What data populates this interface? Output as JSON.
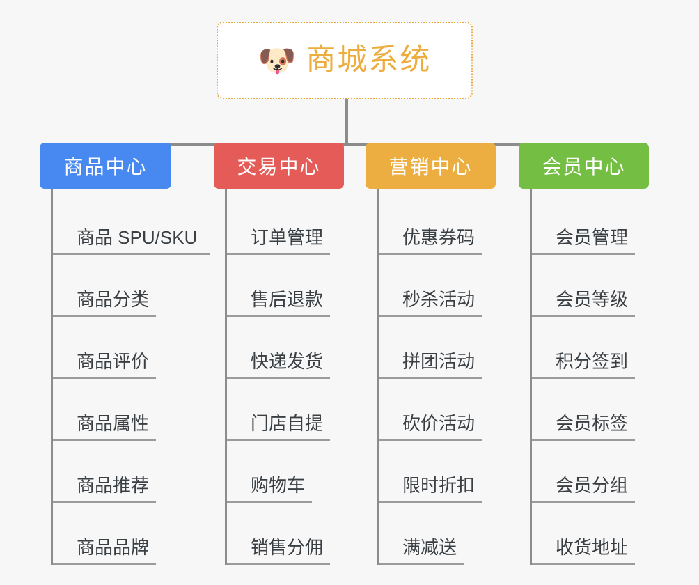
{
  "page": {
    "background_color": "#f7f7f7",
    "title": "商城系统"
  },
  "root": {
    "icon": "shiba-dog-face-emoji",
    "icon_glyph": "🐶",
    "label": "商城系统",
    "text_color": "#ecac3e",
    "border_color": "#e9a83c",
    "border_style": "dotted",
    "background_color": "#ffffff"
  },
  "connector": {
    "color": "#8c8c8c"
  },
  "columns": [
    {
      "id": "product-center",
      "label": "商品中心",
      "color": "#4789f0",
      "text_color": "#ffffff",
      "items": [
        {
          "label": "商品 SPU/SKU"
        },
        {
          "label": "商品分类"
        },
        {
          "label": "商品评价"
        },
        {
          "label": "商品属性"
        },
        {
          "label": "商品推荐"
        },
        {
          "label": "商品品牌"
        }
      ]
    },
    {
      "id": "trade-center",
      "label": "交易中心",
      "color": "#e45b57",
      "text_color": "#ffffff",
      "items": [
        {
          "label": "订单管理"
        },
        {
          "label": "售后退款"
        },
        {
          "label": "快递发货"
        },
        {
          "label": "门店自提"
        },
        {
          "label": "购物车"
        },
        {
          "label": "销售分佣"
        }
      ]
    },
    {
      "id": "marketing-center",
      "label": "营销中心",
      "color": "#edae41",
      "text_color": "#ffffff",
      "items": [
        {
          "label": "优惠券码"
        },
        {
          "label": "秒杀活动"
        },
        {
          "label": "拼团活动"
        },
        {
          "label": "砍价活动"
        },
        {
          "label": "限时折扣"
        },
        {
          "label": "满减送"
        }
      ]
    },
    {
      "id": "member-center",
      "label": "会员中心",
      "color": "#74bf43",
      "text_color": "#ffffff",
      "items": [
        {
          "label": "会员管理"
        },
        {
          "label": "会员等级"
        },
        {
          "label": "积分签到"
        },
        {
          "label": "会员标签"
        },
        {
          "label": "会员分组"
        },
        {
          "label": "收货地址"
        }
      ]
    }
  ]
}
